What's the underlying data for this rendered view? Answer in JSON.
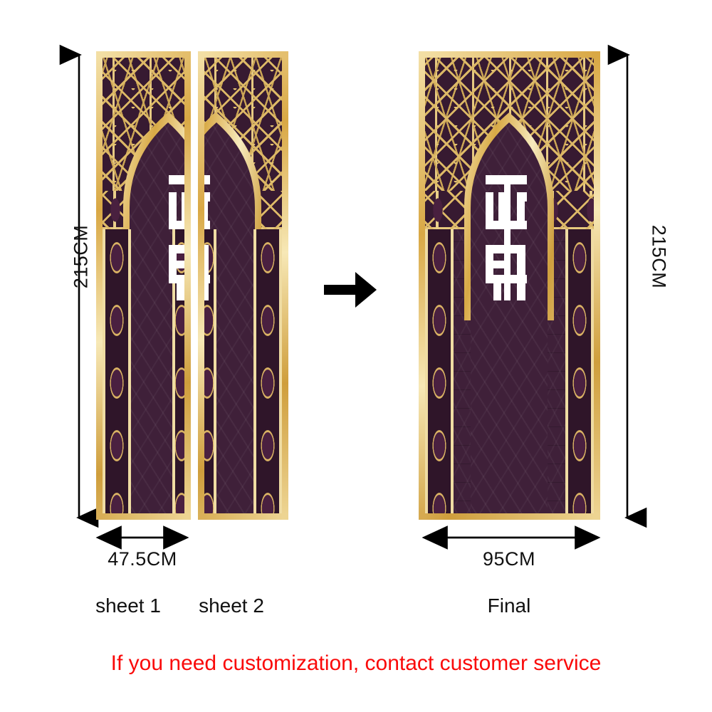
{
  "page": {
    "background_color": "#ffffff",
    "footer_note": "If you need customization, contact customer service",
    "footer_note_color": "#fa0a0a"
  },
  "palette": {
    "gold_light": "#f3e1aa",
    "gold_mid": "#d9a845",
    "gold_dark": "#c69b4c",
    "purple": "#3f2039",
    "purple_dark": "#2f1529",
    "calligraphy": "#ffffff",
    "arrow": "#000000",
    "text": "#111111",
    "alert": "#fa0a0a"
  },
  "left_group": {
    "caption_sheet1": "sheet 1",
    "caption_sheet2": "sheet 2",
    "height_label": "215CM",
    "width_label": "47.5CM",
    "sheets": 2
  },
  "right_group": {
    "caption": "Final",
    "height_label": "215CM",
    "width_label": "95CM"
  },
  "transform_arrow": {
    "name": "right-arrow",
    "direction": "right"
  },
  "product": {
    "motif": "square-kufic-calligraphy",
    "frame_style": "arched-mihrab",
    "lattice": "geometric-star-grille"
  }
}
